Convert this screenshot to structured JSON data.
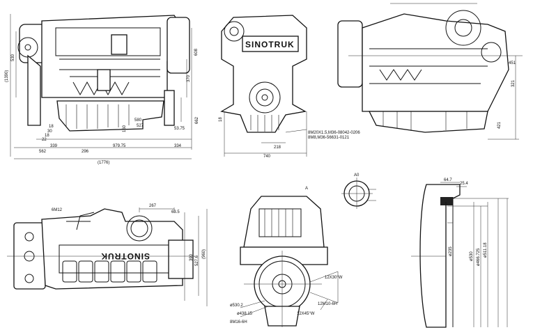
{
  "drawing": {
    "view_front_left": {
      "dims": {
        "height_total": "(1390)",
        "h530": "530",
        "d18a": "18",
        "d30": "30",
        "d18b": "18",
        "d22": "22",
        "d580": "580",
        "d527": "527",
        "d53_75": "53.75",
        "d339": "339",
        "d562": "562",
        "d296": "296",
        "d979_75": "979.75",
        "d334": "334",
        "length_total": "(1776)",
        "d370": "370",
        "d662": "662",
        "d160": "160",
        "d608": "608"
      }
    },
    "view_end_top": {
      "brand": "SINOTRUK",
      "dims": {
        "d18": "18",
        "d218": "218",
        "d740": "740"
      },
      "notes": [
        "8M20X1.5,M36-08042-0206",
        "8M8,M36-56631-0121"
      ]
    },
    "view_side_right": {
      "dims": {
        "d321": "321",
        "d421": "421",
        "d451": "451"
      }
    },
    "view_top_plan": {
      "brand": "SINOTRUK",
      "dims": {
        "m12": "6M12",
        "d267": "267",
        "d63_5": "63.5",
        "d390": "390",
        "d527_6": "527.6",
        "width_total": "(960)"
      }
    },
    "view_rear": {
      "section_mark": "A",
      "dims": {
        "d530_2": "ø530.2",
        "d438_15": "ø438.15",
        "thread1": "8M16-6H",
        "thread2": "12M10-6H",
        "angle1": "12X30°W",
        "angle2": "12X45°W"
      }
    },
    "detail_a": {
      "label": "A0"
    },
    "flywheel_section": {
      "dims": {
        "d64_7": "64.7",
        "d25_4": "25.4",
        "d235": "ø235",
        "d530": "ø530",
        "d466": "ø466.725",
        "d511": "ø511.18"
      }
    }
  }
}
